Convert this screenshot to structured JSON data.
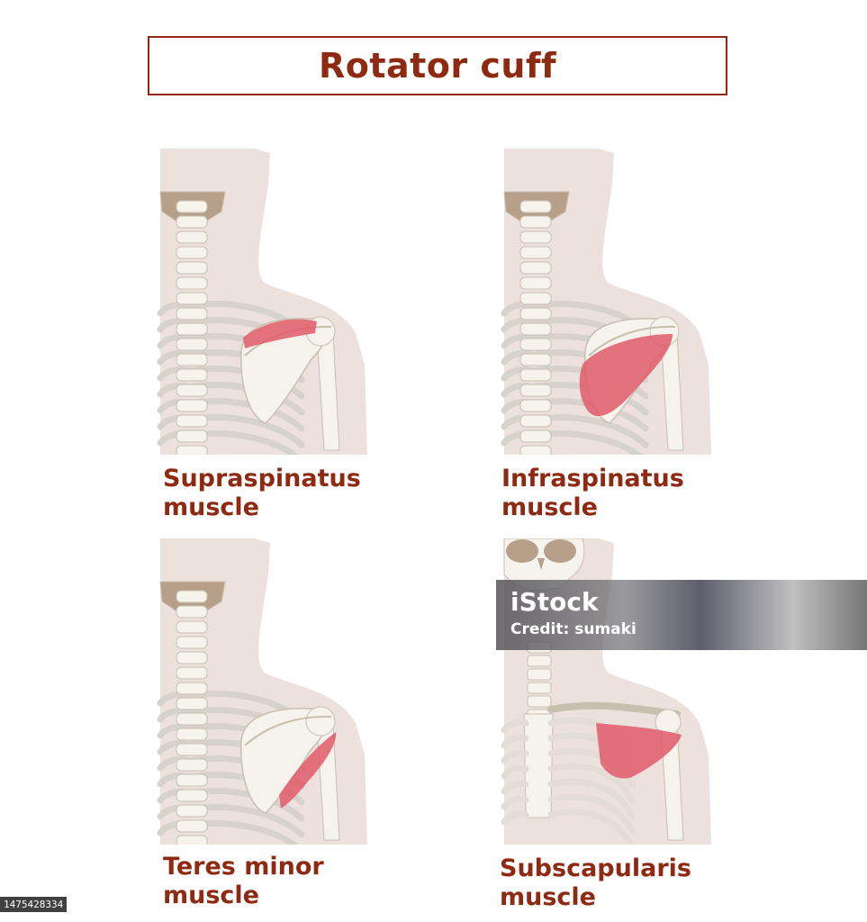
{
  "title": "Rotator cuff",
  "panels": [
    {
      "label_line1": "Supraspinatus",
      "label_line2": "muscle",
      "muscle": "supraspinatus"
    },
    {
      "label_line1": "Infraspinatus",
      "label_line2": "muscle",
      "muscle": "infraspinatus"
    },
    {
      "label_line1": "Teres minor",
      "label_line2": "muscle",
      "muscle": "teres-minor"
    },
    {
      "label_line1": "Subscapularis",
      "label_line2": "muscle",
      "muscle": "subscapularis"
    }
  ],
  "watermark": {
    "brand": "iStock",
    "credit": "Credit: sumaki"
  },
  "stock_id": "1475428334",
  "colors": {
    "label": "#8e2a12",
    "muscle": "#e05a6a",
    "bone": "#f6f3ec",
    "bone_outline": "#c9bfae",
    "body_silhouette": "#ece1dd",
    "skull_cavity": "#b7a08a"
  }
}
